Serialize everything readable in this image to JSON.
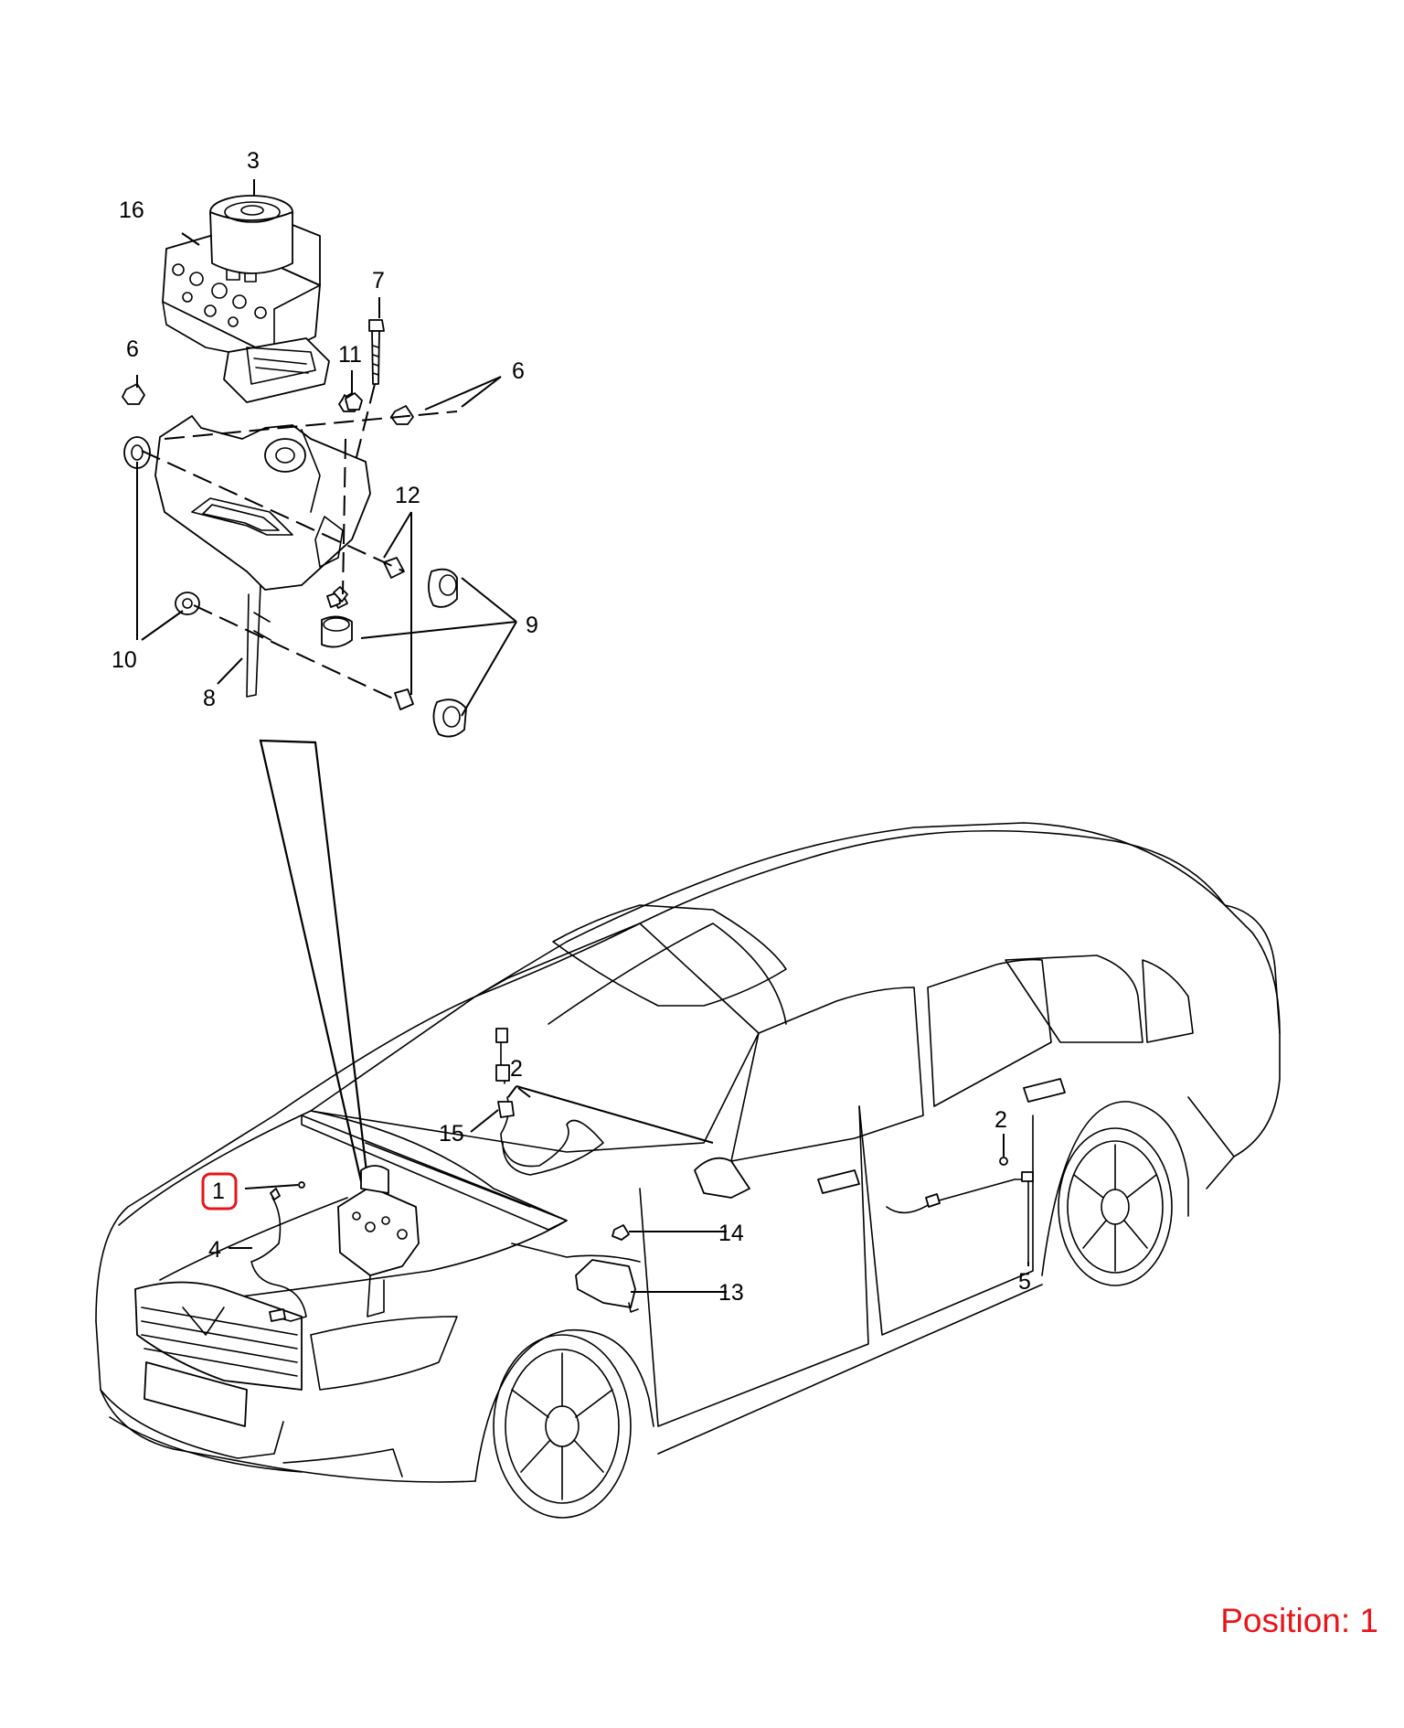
{
  "labels": {
    "l1": "1",
    "l2a": "2",
    "l2b": "2",
    "l3": "3",
    "l4": "4",
    "l5": "5",
    "l6a": "6",
    "l6b": "6",
    "l7": "7",
    "l8": "8",
    "l9": "9",
    "l10": "10",
    "l11": "11",
    "l12": "12",
    "l13": "13",
    "l14": "14",
    "l15": "15",
    "l16": "16"
  },
  "position": {
    "text": "Position: 1"
  },
  "colors": {
    "highlight": "#e8141a",
    "line": "#000000",
    "background": "#ffffff"
  }
}
